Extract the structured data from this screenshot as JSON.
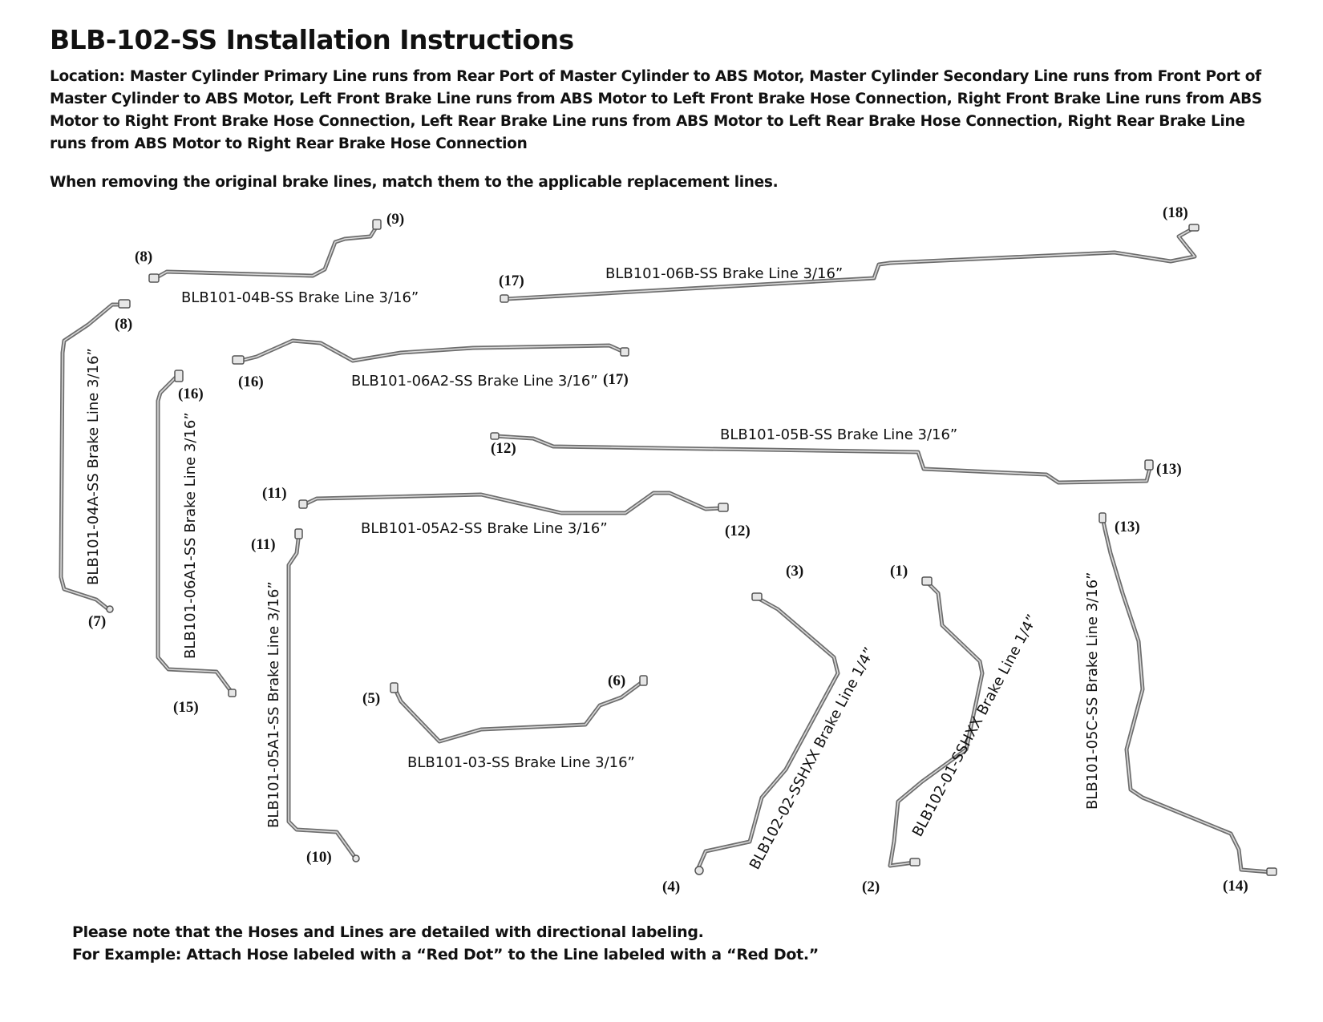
{
  "header": {
    "title": "BLB-102-SS Installation Instructions",
    "location": "Location: Master Cylinder Primary Line runs from Rear Port of Master Cylinder to ABS Motor, Master Cylinder Secondary Line runs from Front Port of Master Cylinder to ABS Motor, Left Front Brake Line runs from ABS Motor to Left Front Brake Hose Connection, Right Front Brake Line runs from ABS Motor to Right Front Brake Hose Connection, Left Rear Brake Line runs from ABS Motor to Left Rear Brake Hose Connection, Right Rear Brake Line runs from ABS Motor to Right Rear Brake Hose Connection",
    "removing": "When removing the original brake lines, match them to the applicable replacement lines."
  },
  "lines": {
    "l_04b": "BLB101-04B-SS Brake Line 3/16”",
    "l_06b": "BLB101-06B-SS Brake Line 3/16”",
    "l_04a": "BLB101-04A-SS Brake Line 3/16”",
    "l_06a2": "BLB101-06A2-SS Brake Line 3/16”",
    "l_06a1": "BLB101-06A1-SS Brake Line 3/16”",
    "l_05b": "BLB101-05B-SS Brake Line 3/16”",
    "l_05a2": "BLB101-05A2-SS Brake Line 3/16”",
    "l_05a1": "BLB101-05A1-SS Brake Line 3/16”",
    "l_03": "BLB101-03-SS Brake Line 3/16”",
    "l_02": "BLB102-02-SSHXX Brake Line 1/4”",
    "l_01": "BLB102-01-SSHXX Brake Line 1/4”",
    "l_05c": "BLB101-05C-SS Brake Line 3/16”"
  },
  "ports": {
    "p1": "(1)",
    "p2": "(2)",
    "p3": "(3)",
    "p4": "(4)",
    "p5": "(5)",
    "p6": "(6)",
    "p7": "(7)",
    "p8": "(8)",
    "p9": "(9)",
    "p10": "(10)",
    "p11": "(11)",
    "p12": "(12)",
    "p13": "(13)",
    "p14": "(14)",
    "p15": "(15)",
    "p16": "(16)",
    "p17": "(17)",
    "p18": "(18)"
  },
  "footer": {
    "note1": "Please note that the Hoses and Lines are detailed with directional labeling.",
    "note2": "For Example: Attach Hose labeled with a “Red Dot” to the Line labeled with a “Red Dot.”"
  }
}
